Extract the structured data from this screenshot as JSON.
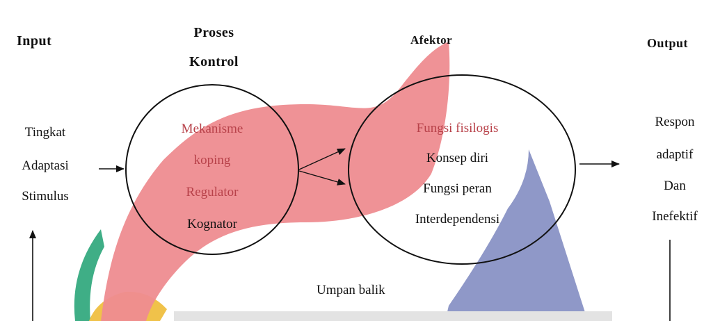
{
  "headers": {
    "input": "Input",
    "proses_line1": "Proses",
    "proses_line2": "Kontrol",
    "afektor": "Afektor",
    "output": "Output"
  },
  "input_lines": [
    "Tingkat",
    "Adaptasi",
    "Stimulus"
  ],
  "kontrol_lines": [
    "Mekanisme",
    "koping",
    "Regulator",
    "Kognator"
  ],
  "afektor_lines": [
    "Fungsi fisilogis",
    "Konsep diri",
    "Fungsi peran",
    "Interdependensi"
  ],
  "output_lines": [
    "Respon",
    "adaptif",
    "Dan",
    "Inefektif"
  ],
  "feedback_label": "Umpan balik",
  "colors": {
    "watermark_red": "#ee8c90",
    "watermark_blue": "#8f98c8",
    "watermark_green": "#3fae86",
    "watermark_yellow": "#f0c24a",
    "line": "#111111",
    "red_text": "#b8424a"
  }
}
